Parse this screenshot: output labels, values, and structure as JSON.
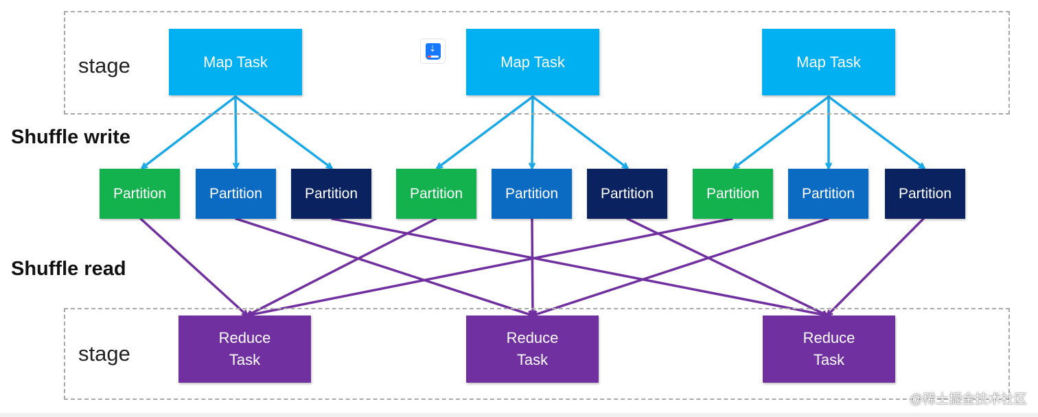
{
  "stages": {
    "top_label": "stage",
    "bottom_label": "stage"
  },
  "phases": {
    "write": "Shuffle write",
    "read": "Shuffle read"
  },
  "map_tasks": [
    {
      "label": "Map Task"
    },
    {
      "label": "Map Task"
    },
    {
      "label": "Map Task"
    }
  ],
  "partitions": [
    {
      "label": "Partition",
      "color": "#13b24e"
    },
    {
      "label": "Partition",
      "color": "#0b6ac2"
    },
    {
      "label": "Partition",
      "color": "#0a2360"
    },
    {
      "label": "Partition",
      "color": "#13b24e"
    },
    {
      "label": "Partition",
      "color": "#0b6ac2"
    },
    {
      "label": "Partition",
      "color": "#0a2360"
    },
    {
      "label": "Partition",
      "color": "#13b24e"
    },
    {
      "label": "Partition",
      "color": "#0b6ac2"
    },
    {
      "label": "Partition",
      "color": "#0a2360"
    }
  ],
  "reduce_tasks": [
    {
      "line1": "Reduce",
      "line2": "Task"
    },
    {
      "line1": "Reduce",
      "line2": "Task"
    },
    {
      "line1": "Reduce",
      "line2": "Task"
    }
  ],
  "colors": {
    "map_fill": "#00b0f0",
    "map_arrow": "#1aa9e8",
    "reduce_fill": "#7030a0",
    "reduce_arrow": "#7030a0",
    "stage_border": "#a8a8a8"
  },
  "edges_write": [
    [
      0,
      0
    ],
    [
      0,
      1
    ],
    [
      0,
      2
    ],
    [
      1,
      3
    ],
    [
      1,
      4
    ],
    [
      1,
      5
    ],
    [
      2,
      6
    ],
    [
      2,
      7
    ],
    [
      2,
      8
    ]
  ],
  "edges_read": [
    [
      0,
      0
    ],
    [
      1,
      1
    ],
    [
      2,
      2
    ],
    [
      3,
      0
    ],
    [
      4,
      1
    ],
    [
      5,
      2
    ],
    [
      6,
      0
    ],
    [
      7,
      1
    ],
    [
      8,
      2
    ]
  ],
  "icons": {
    "doc": "doc-icon"
  },
  "watermark": "@稀土掘金技术社区"
}
